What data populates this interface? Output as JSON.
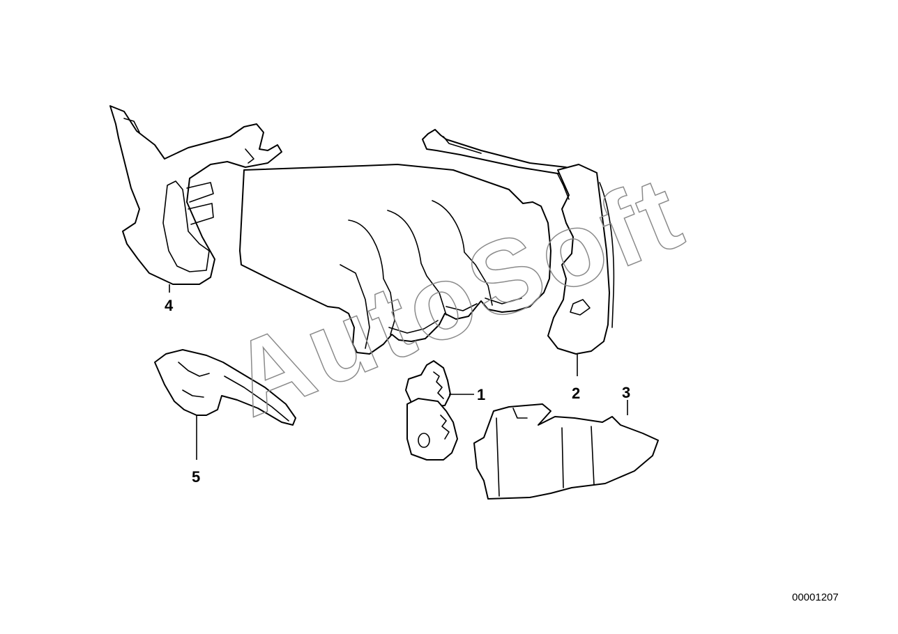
{
  "diagram": {
    "watermark": "AutoSoft",
    "diagram_number": "00001207",
    "callouts": [
      {
        "label": "1",
        "part": "small-toothed-bracket"
      },
      {
        "label": "2",
        "part": "right-rib-cover"
      },
      {
        "label": "3",
        "part": "lower-right-cover"
      },
      {
        "label": "4",
        "part": "left-upper-cover"
      },
      {
        "label": "5",
        "part": "lower-left-strip"
      }
    ]
  }
}
